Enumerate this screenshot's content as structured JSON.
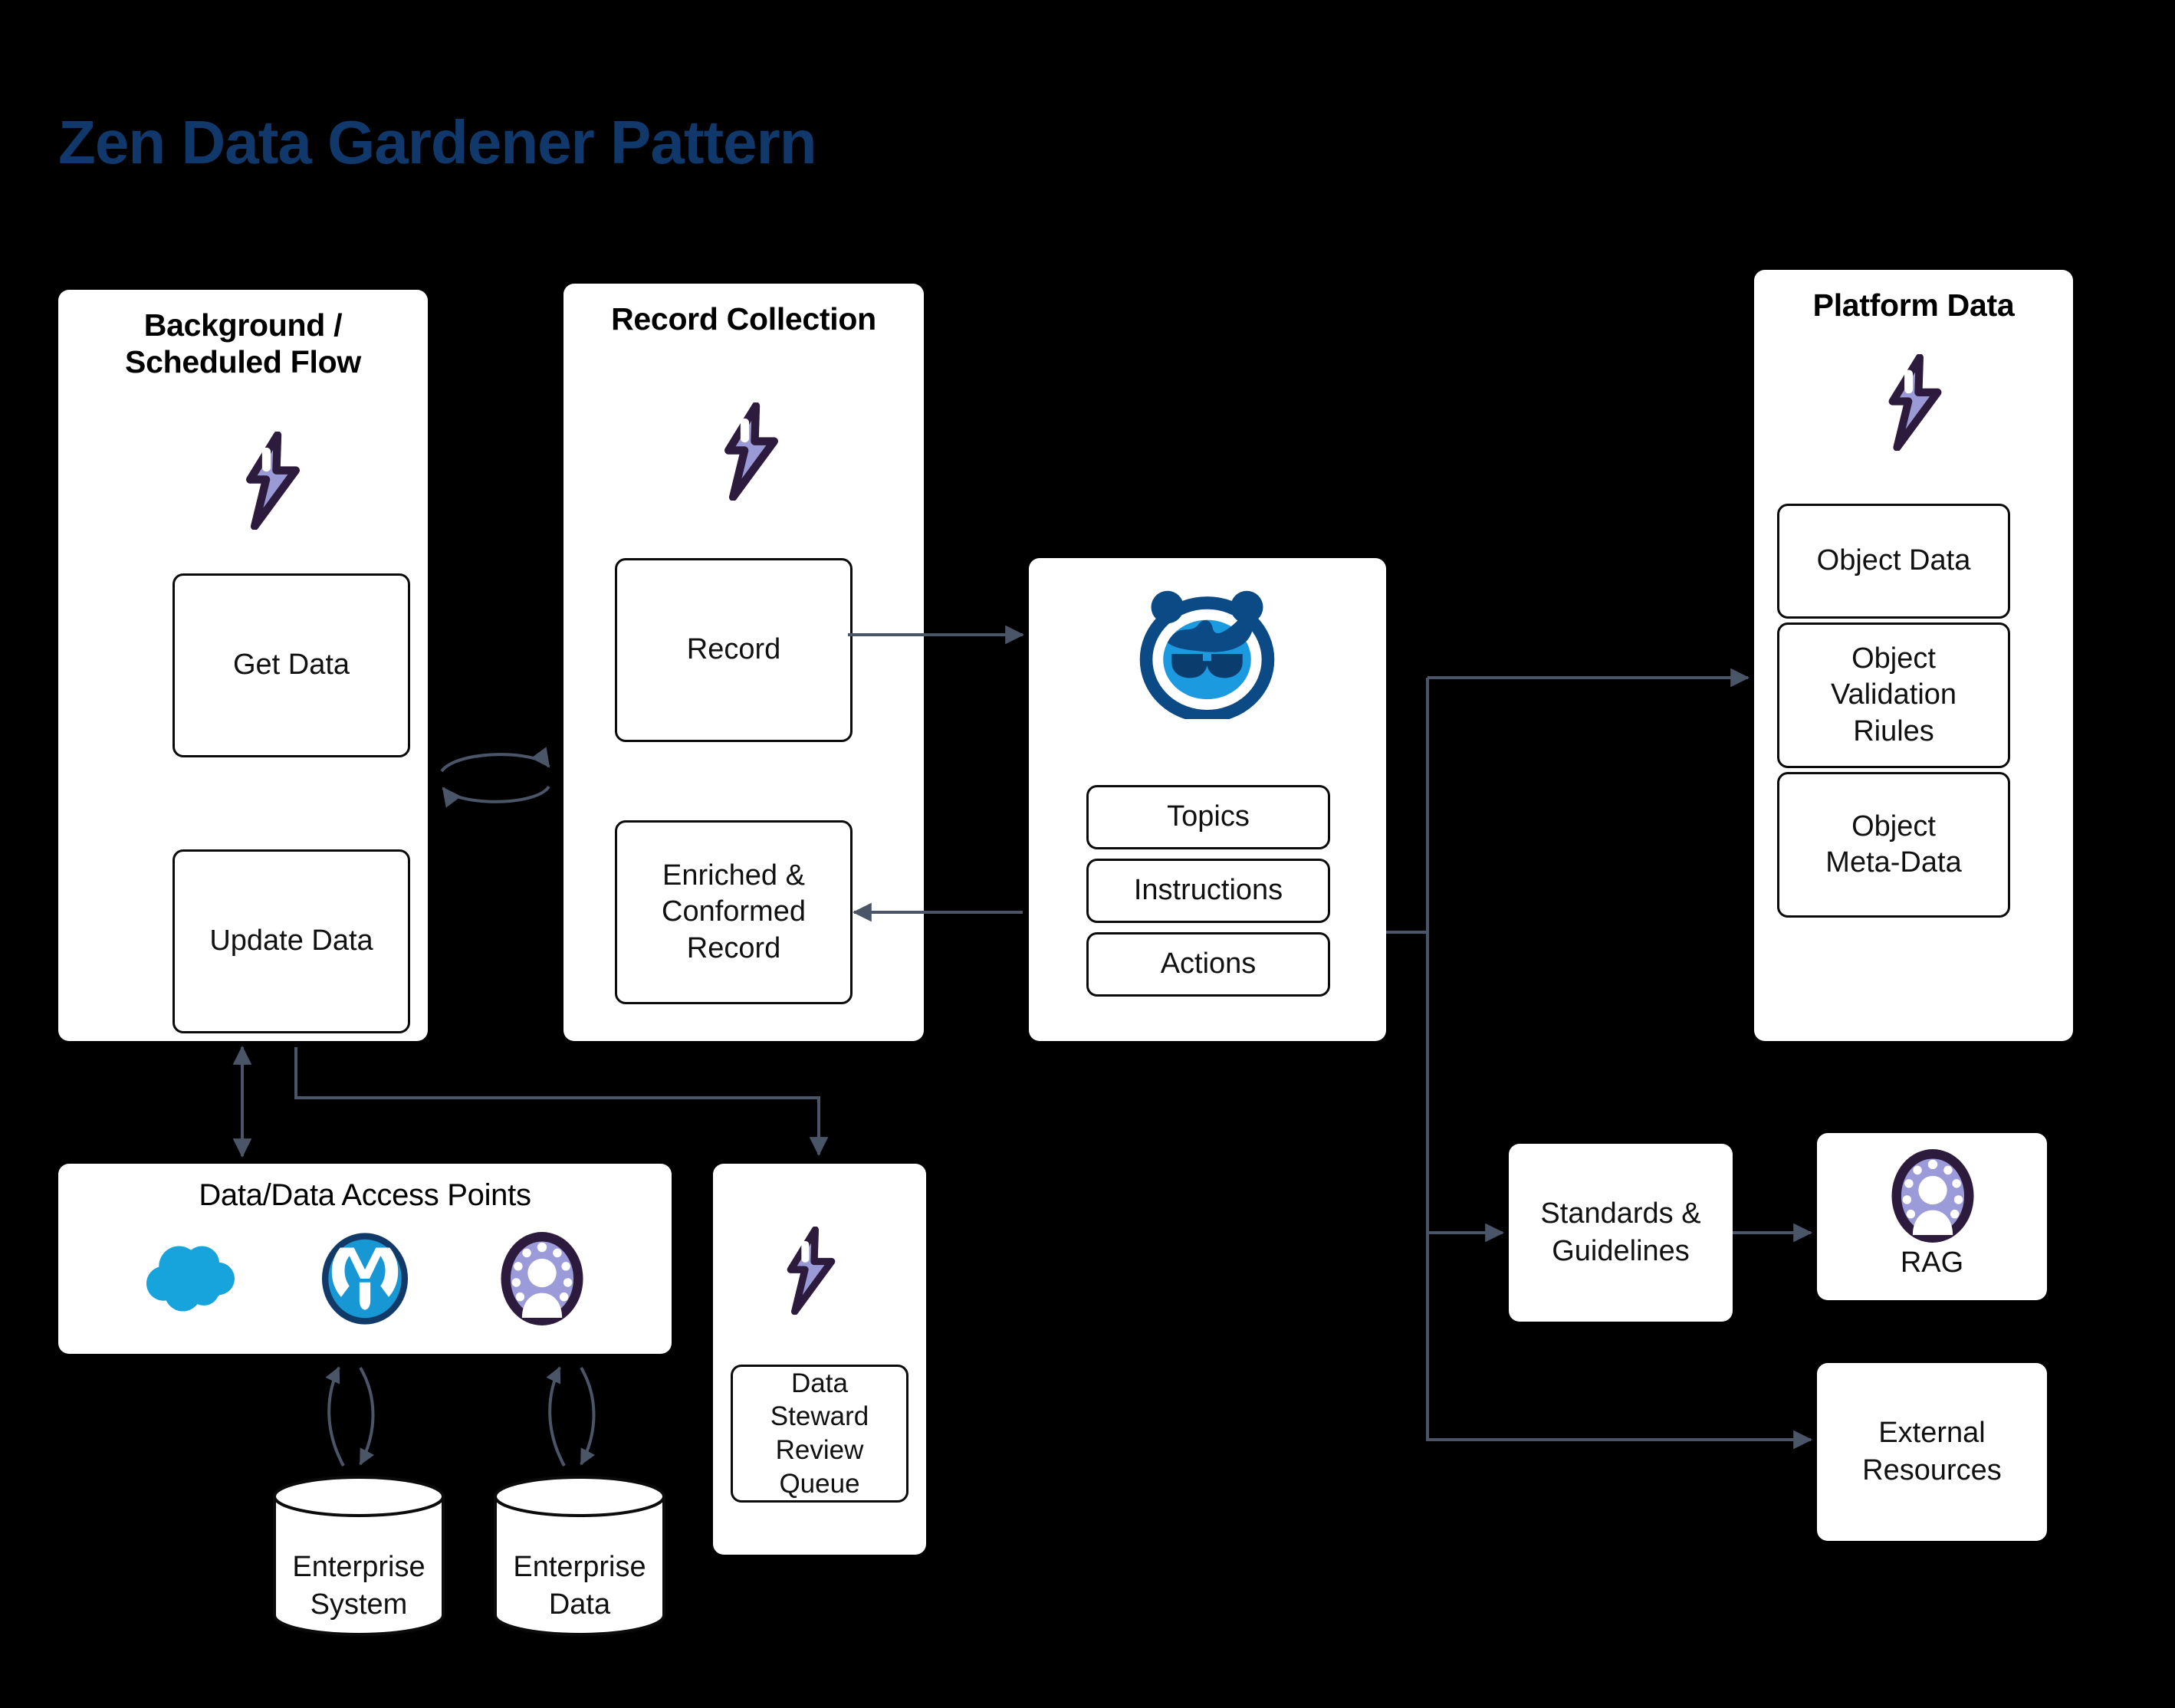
{
  "title": "Zen Data Gardener Pattern",
  "colors": {
    "background": "#000000",
    "title": "#10386b",
    "panel": "#ffffff",
    "box_border": "#0b0b0b",
    "connector": "#4a5568",
    "flow_bolt_fill": "#9a9ad6",
    "flow_bolt_stroke": "#2d1b3d",
    "salesforce_cloud": "#17a3dc",
    "mulesoft_blue": "#1797d4",
    "mulesoft_ring": "#123a68",
    "agent_dark_blue": "#0b4a85",
    "agent_light_blue": "#1b9ae0",
    "rag_ring": "#2d1b3d",
    "rag_fill": "#9b9bd9"
  },
  "panels": {
    "background_flow": {
      "title": "Background /\nScheduled Flow",
      "title_line1": "Background /",
      "title_line2": "Scheduled Flow",
      "icon": "flow-lightning-icon",
      "boxes": [
        {
          "label": "Get Data"
        },
        {
          "label": "Update Data"
        }
      ]
    },
    "record_collection": {
      "title": "Record Collection",
      "icon": "flow-lightning-icon",
      "boxes": [
        {
          "label": "Record"
        },
        {
          "label": "Enriched &\nConformed\nRecord",
          "line1": "Enriched &",
          "line2": "Conformed",
          "line3": "Record"
        }
      ]
    },
    "agent": {
      "icon": "agentforce-agent-icon",
      "boxes": [
        {
          "label": "Topics"
        },
        {
          "label": "Instructions"
        },
        {
          "label": "Actions"
        }
      ]
    },
    "platform_data": {
      "title": "Platform Data",
      "icon": "flow-lightning-icon",
      "boxes": [
        {
          "label": "Object Data"
        },
        {
          "label": "Object\nValidation\nRiules",
          "line1": "Object",
          "line2": "Validation",
          "line3": "Riules"
        },
        {
          "label": "Object\nMeta-Data",
          "line1": "Object",
          "line2": "Meta-Data"
        }
      ]
    },
    "data_access_points": {
      "title": "Data/Data Access Points",
      "icons": [
        "salesforce-cloud-icon",
        "mulesoft-icon",
        "rag-person-icon"
      ]
    },
    "data_steward": {
      "icon": "flow-lightning-icon",
      "boxes": [
        {
          "label": "Data Steward\nReview\nQueue",
          "line1": "Data Steward",
          "line2": "Review",
          "line3": "Queue"
        }
      ]
    }
  },
  "datastores": [
    {
      "label": "Enterprise\nSystem",
      "line1": "Enterprise",
      "line2": "System"
    },
    {
      "label": "Enterprise\nData",
      "line1": "Enterprise",
      "line2": "Data"
    }
  ],
  "right_nodes": {
    "standards": {
      "line1": "Standards &",
      "line2": "Guidelines"
    },
    "rag": {
      "label": "RAG",
      "icon": "rag-person-icon"
    },
    "external": {
      "line1": "External",
      "line2": "Resources"
    }
  }
}
